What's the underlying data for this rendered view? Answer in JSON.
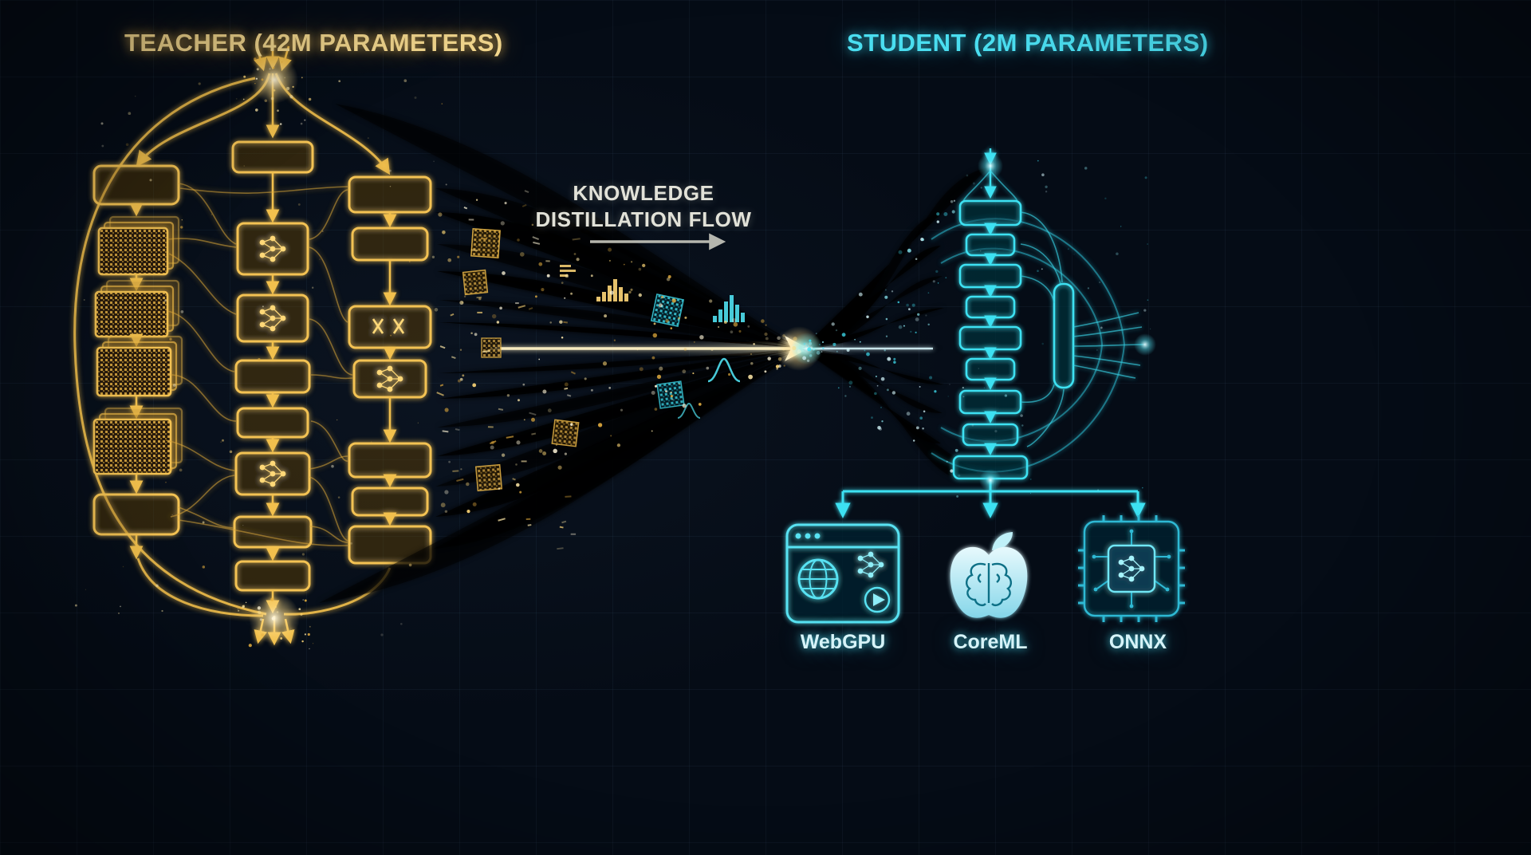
{
  "teacher": {
    "title": "TEACHER (42M PARAMETERS)"
  },
  "student": {
    "title": "STUDENT (2M PARAMETERS)"
  },
  "flow": {
    "line1": "KNOWLEDGE",
    "line2": "DISTILLATION FLOW"
  },
  "targets": [
    {
      "label": "WebGPU",
      "icon": "browser-globe-icon"
    },
    {
      "label": "CoreML",
      "icon": "apple-brain-icon"
    },
    {
      "label": "ONNX",
      "icon": "chip-icon"
    }
  ],
  "colors": {
    "background": "#050c16",
    "grid_line": "rgba(90,130,170,0.08)",
    "teacher_gold": "#f3c253",
    "teacher_gold_bright": "#fff3c6",
    "teacher_title": "#f4d88e",
    "student_cyan": "#3ee1f2",
    "student_cyan_bright": "#d6f8fd",
    "student_title": "#4adef0",
    "flow_text": "#e2e2d8",
    "target_label": "#d6f3f8"
  }
}
